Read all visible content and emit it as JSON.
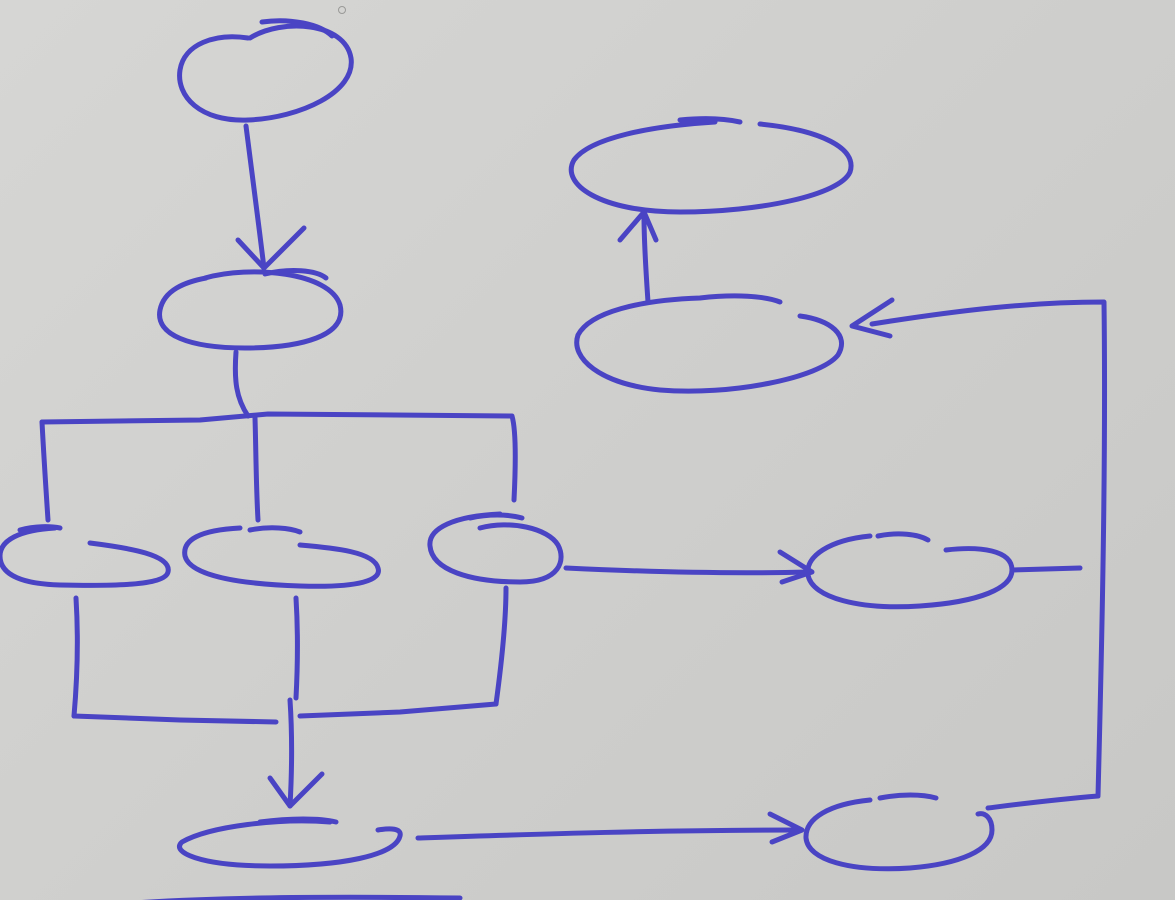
{
  "diagram": {
    "ink_color": "#4a44c4",
    "background": "#d2d2d0",
    "nodes": [
      {
        "id": "n-top",
        "label": ""
      },
      {
        "id": "n-second",
        "label": ""
      },
      {
        "id": "n-branch-left",
        "label": ""
      },
      {
        "id": "n-branch-middle",
        "label": ""
      },
      {
        "id": "n-branch-right",
        "label": ""
      },
      {
        "id": "n-merge-bottom",
        "label": ""
      },
      {
        "id": "n-side-right",
        "label": ""
      },
      {
        "id": "n-bottom-right",
        "label": ""
      },
      {
        "id": "n-upper-right",
        "label": ""
      },
      {
        "id": "n-end-top-right",
        "label": ""
      }
    ],
    "edges": [
      {
        "from": "n-top",
        "to": "n-second",
        "arrow": true
      },
      {
        "from": "n-second",
        "to": "n-branch-left",
        "arrow": false
      },
      {
        "from": "n-second",
        "to": "n-branch-middle",
        "arrow": false
      },
      {
        "from": "n-second",
        "to": "n-branch-right",
        "arrow": false
      },
      {
        "from": "n-branch-left",
        "to": "n-merge-bottom",
        "arrow": true
      },
      {
        "from": "n-branch-middle",
        "to": "n-merge-bottom",
        "arrow": true
      },
      {
        "from": "n-branch-right",
        "to": "n-merge-bottom",
        "arrow": true
      },
      {
        "from": "n-branch-right",
        "to": "n-side-right",
        "arrow": true
      },
      {
        "from": "n-merge-bottom",
        "to": "n-bottom-right",
        "arrow": true
      },
      {
        "from": "n-bottom-right",
        "to": "n-upper-right",
        "arrow": true
      },
      {
        "from": "n-upper-right",
        "to": "n-end-top-right",
        "arrow": true
      }
    ]
  }
}
